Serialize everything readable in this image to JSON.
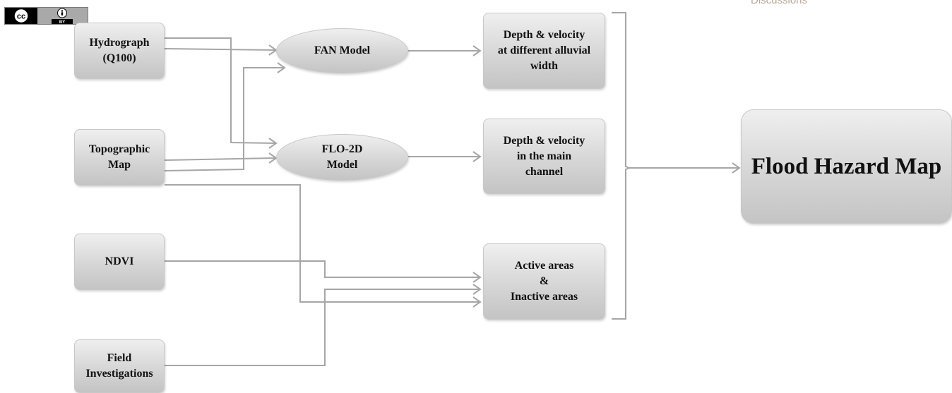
{
  "header": {
    "journal_label": "Discussions"
  },
  "license": {
    "cc": "cc",
    "by": "BY",
    "icon": "cc-by-license-icon"
  },
  "nodes": {
    "hydrograph": [
      "Hydrograph",
      "(Q100)"
    ],
    "topographic": [
      "Topographic",
      "Map"
    ],
    "ndvi": [
      "NDVI"
    ],
    "field": [
      "Field",
      "Investigations"
    ],
    "fan": [
      "FAN Model"
    ],
    "flo2d": [
      "FLO-2D",
      "Model"
    ],
    "depth_alluvial": [
      "Depth & velocity",
      "at different alluvial",
      "width"
    ],
    "depth_channel": [
      "Depth & velocity",
      "in the main",
      "channel"
    ],
    "active": [
      "Active areas",
      "&",
      "Inactive areas"
    ],
    "flood_map": [
      "Flood Hazard Map"
    ]
  },
  "colors": {
    "connector": "#a6a6a6",
    "node_fill_top": "#efefef",
    "node_fill_bottom": "#c4c4c4"
  }
}
